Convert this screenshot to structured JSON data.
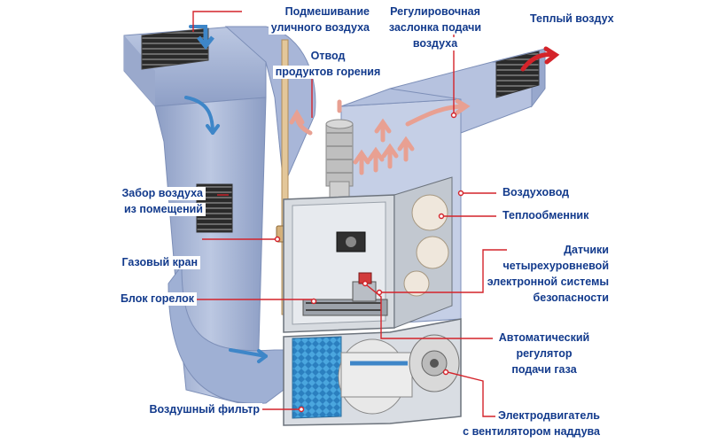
{
  "labels": {
    "outside_air_mix": [
      "Подмешивание",
      "уличного воздуха"
    ],
    "damper": [
      "Регулировочная",
      "заслонка подачи",
      "воздуха"
    ],
    "warm_air": [
      "Теплый воздух"
    ],
    "flue": [
      "Отвод",
      "продуктов горения"
    ],
    "air_intake": [
      "Забор воздуха",
      "из помещений"
    ],
    "duct": [
      "Воздуховод"
    ],
    "heat_exchanger": [
      "Теплообменник"
    ],
    "gas_valve": [
      "Газовый кран"
    ],
    "sensors": [
      "Датчики",
      "четырехуровневой",
      "электронной системы",
      "безопасности"
    ],
    "burner_block": [
      "Блок горелок"
    ],
    "gas_regulator": [
      "Автоматический",
      "регулятор",
      "подачи газа"
    ],
    "motor": [
      "Электродвигатель",
      "с вентилятором наддува"
    ],
    "air_filter": [
      "Воздушный фильтр"
    ]
  },
  "colors": {
    "label_text": "#123a8c",
    "leader_line": "#d4232a",
    "duct_fill": "#aab8d6",
    "duct_shade": "#8c9dc4",
    "arrow_cold": "#3e86c8",
    "arrow_warm": "#e8a092",
    "arrow_hot": "#d4232a",
    "filter_blue": "#4aa6de"
  }
}
